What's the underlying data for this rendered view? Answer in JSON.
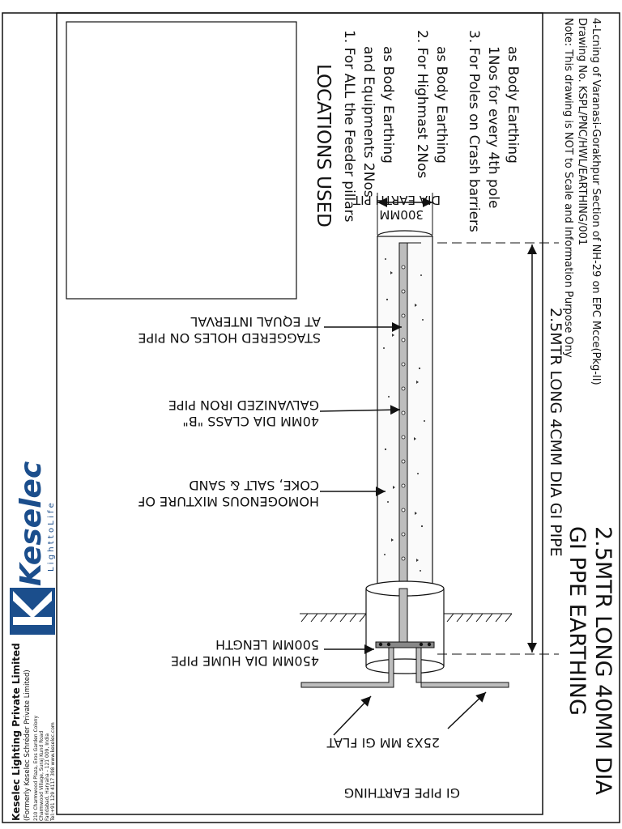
{
  "project": {
    "line1": "4-Lcning of Varanasi-Gorakhpur Section of NH-29 on EPC Mcce(Pkg-II)",
    "line2": "Drawing No. KSPL/PNC/HWL/EARTHING/001",
    "line3": "Note: This drawing is NOT to Scale and Information Purpose Ony"
  },
  "drawing_title": {
    "line1": "2.5MTR LONG 40MM DIA",
    "line2": "GI PPE EARTHING"
  },
  "dimensions": {
    "pipe_length": "2.5MTR LONG 4CMM DIA GI PIPE",
    "pit_dia_line1": "300MM",
    "pit_dia_line2": "DIA EARTH PIT"
  },
  "locations": {
    "heading": "LOCATIONS USED",
    "items": [
      {
        "lines": [
          "1. For ALL the Feeder pillars",
          "and Equipments 2Nos",
          "as Body Earthing"
        ]
      },
      {
        "lines": [
          "2. For Highmast 2Nos",
          "as Body Earthing"
        ]
      },
      {
        "lines": [
          "3. For Poles on Crash barriers",
          "1Nos for every 4th pole",
          "as Body Earthing"
        ]
      }
    ]
  },
  "callouts": {
    "holes": [
      "STAGGERED HOLES ON PIPE",
      "AT EQUAL INTERVAL"
    ],
    "gi_pipe": [
      "40MM DIA CLASS \"B\"",
      "GALVANIZED IRON PIPE"
    ],
    "mixture": [
      "HOMOGENOUS MIXTURE OF",
      "COKE, SALT & SAND"
    ],
    "hume_pipe": [
      "450MM DIA HUME PIPE",
      "500MM LENGTH"
    ],
    "flat": "25X3 MM GI FLAT"
  },
  "caption": "GI PIPE EARTHING",
  "company": {
    "logo_word": "Keselec",
    "tagline": "L i g h t   t o   L i f e",
    "name": "Keselec Lighting Private Limited",
    "formerly": "(Formerly Keselec Schréder Private Limited)",
    "address1": "210 Charmwood Plaza, Eros Garden Colony",
    "address2": "Charmwood Village, Suraj Kund Road",
    "address3": "Faridabad, Haryana - 121 009, India",
    "contact": "Tel:+91 129 4117 398     www.keselec.com"
  }
}
